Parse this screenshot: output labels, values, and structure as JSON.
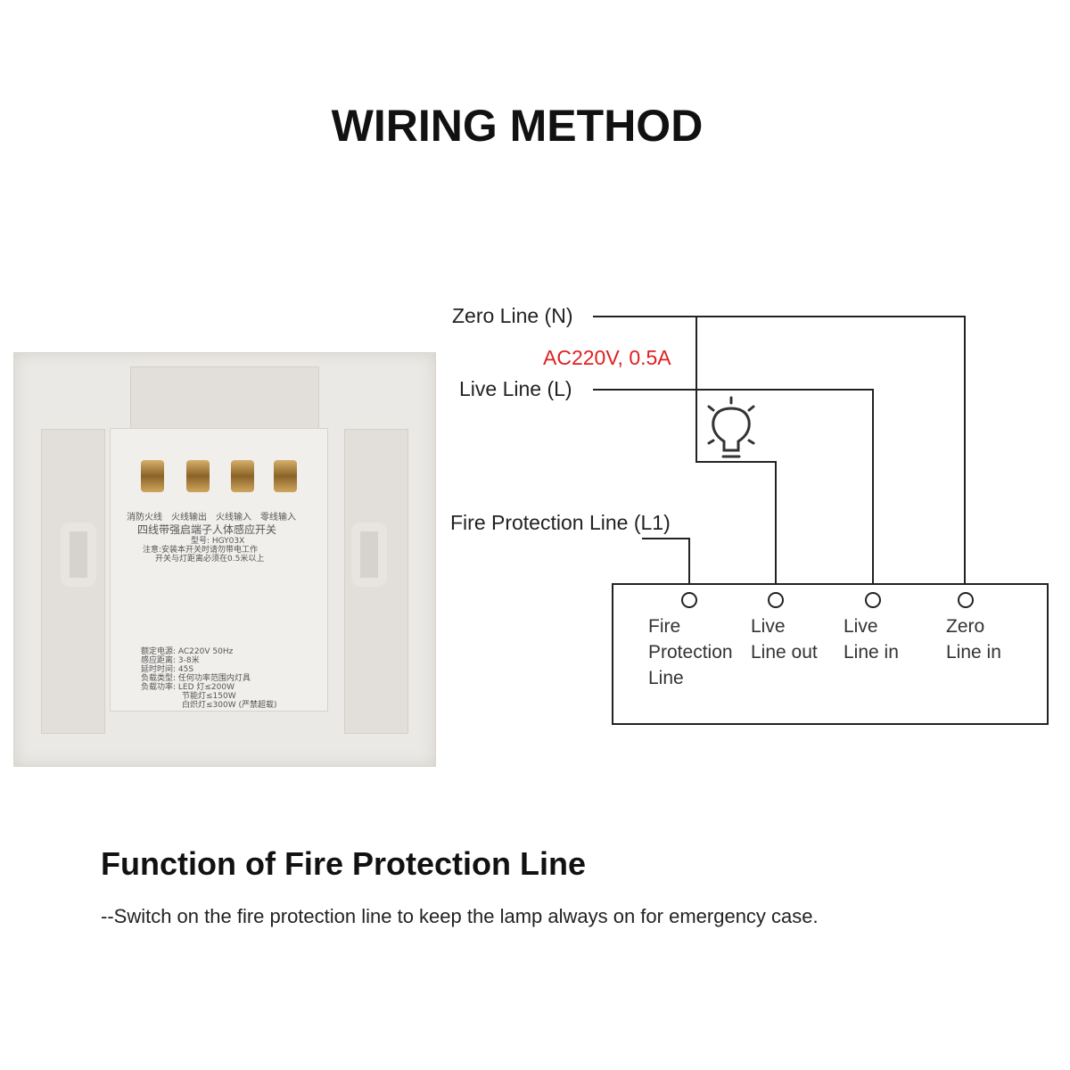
{
  "title": "WIRING METHOD",
  "wires": {
    "zero": "Zero Line (N)",
    "spec": "AC220V, 0.5A",
    "live": "Live Line (L)",
    "fire": "Fire Protection Line (L1)"
  },
  "terminals": [
    {
      "l1": "Fire",
      "l2": "Protection",
      "l3": "Line"
    },
    {
      "l1": "Live",
      "l2": "Line out"
    },
    {
      "l1": "Live",
      "l2": "Line in"
    },
    {
      "l1": "Zero",
      "l2": "Line in"
    }
  ],
  "device_label": {
    "terminals": "消防火线　火线输出　火线输入　零线输入",
    "name": "四线带强启端子人体感应开关",
    "model": "型号: HGY03X",
    "note1": "注意:安装本开关时请勿带电工作",
    "note2": "开关与灯距离必须在0.5米以上",
    "specs": [
      "额定电源: AC220V 50Hz",
      "感应距离: 3-8米",
      "延时时间: 45S",
      "负载类型: 任何功率范围内灯具",
      "负载功率: LED 灯≤200W",
      "节能灯≤150W",
      "白炽灯≤300W (严禁超载)"
    ]
  },
  "function": {
    "heading": "Function of Fire Protection Line",
    "text": "--Switch on the fire protection line to keep the lamp always on for emergency case."
  },
  "colors": {
    "spec": "#e02020"
  }
}
